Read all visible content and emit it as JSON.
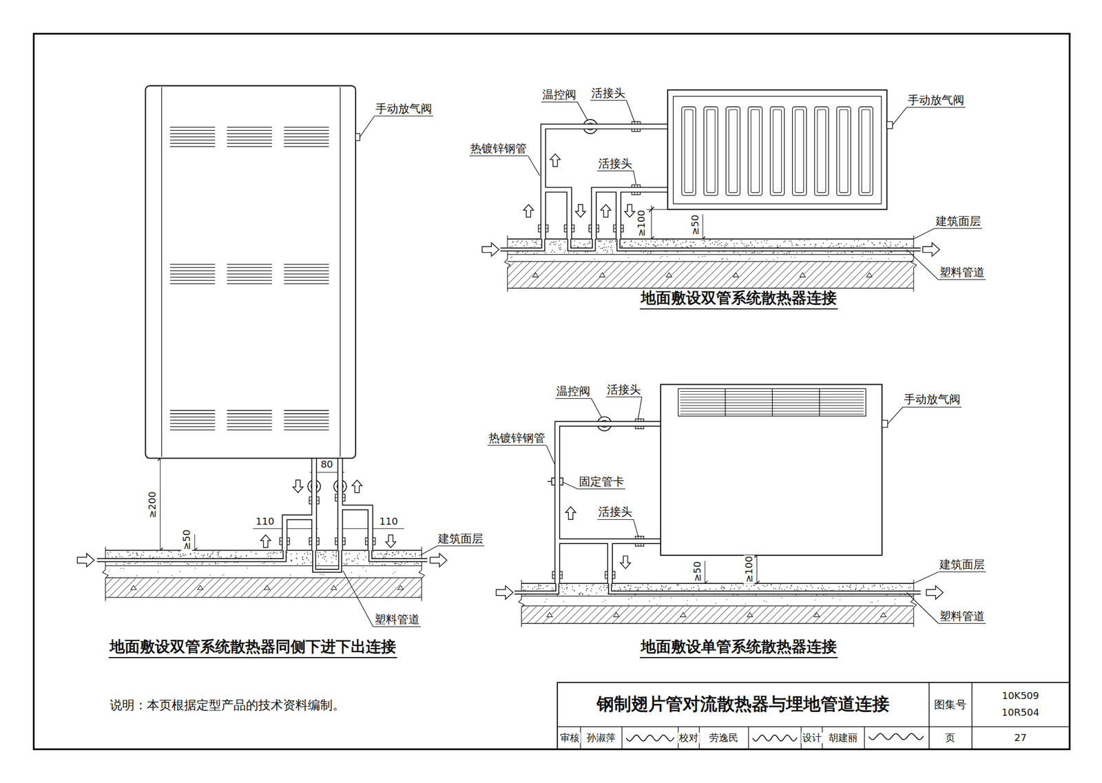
{
  "diagram": {
    "title": "钢制翅片管对流散热器与埋地管道连接",
    "labels": [
      "手动放气阀",
      "80",
      "110",
      "110",
      "≥200",
      "≥50",
      "建筑面层",
      "塑料管道",
      "地面敷设双管系统散热器同侧下进下出连接",
      "温控阀",
      "活接头",
      "手动放气阀",
      "热镀锌钢管",
      "活接头",
      "≥100",
      "≥50",
      "建筑面层",
      "塑料管道",
      "地面敷设双管系统散热器连接",
      "温控阀",
      "活接头",
      "手动放气阀",
      "热镀锌钢管",
      "固定管卡",
      "活接头",
      "≥50",
      "≥100",
      "建筑面层",
      "塑料管道",
      "地面敷设单管系统散热器连接",
      "说明：本页根据定型产品的技术资料编制。",
      "图集号",
      "10K509",
      "10R504",
      "审核",
      "孙淑萍",
      "校对",
      "劳逸民",
      "设计",
      "胡建丽",
      "页",
      "27"
    ]
  }
}
